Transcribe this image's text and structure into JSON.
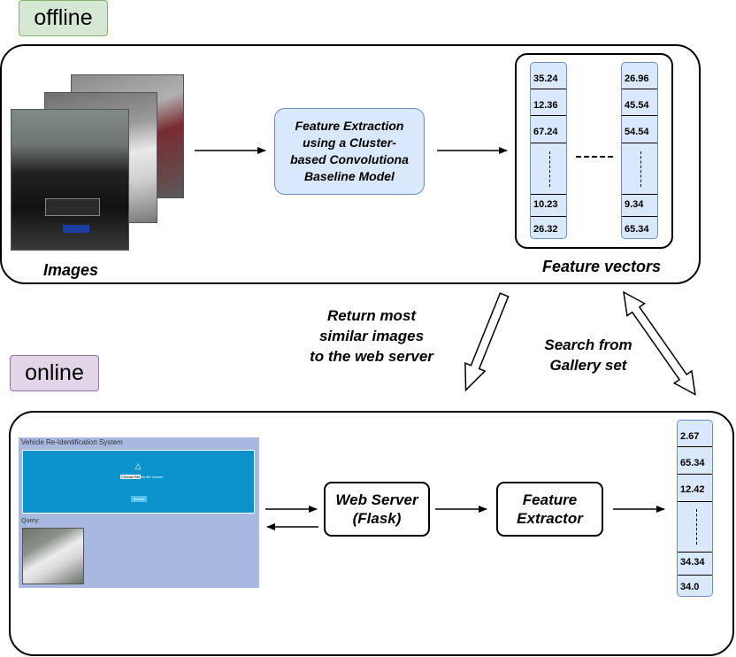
{
  "offline_tag": "offline",
  "online_tag": "online",
  "images_caption": "Images",
  "feature_extraction": [
    "Feature Extraction",
    "using a Cluster-",
    "based Convolutiona",
    "Baseline Model"
  ],
  "feature_vectors_caption": "Feature vectors",
  "vector_1": {
    "top": [
      "35.24",
      "12.36",
      "67.24"
    ],
    "bottom": [
      "10.23",
      "26.32"
    ]
  },
  "vector_2": {
    "top": [
      "26.96",
      "45.54",
      "54.54"
    ],
    "bottom": [
      "9.34",
      "65.34"
    ]
  },
  "return_caption": [
    "Return most",
    "similar images",
    "to the web server"
  ],
  "search_caption": [
    "Search from",
    "Gallery set"
  ],
  "web_ui": {
    "title": "Vehicle Re-Identification System",
    "file_button": "Choose File",
    "file_status": "No file chosen",
    "submit": "Submit",
    "query_label": "Query:"
  },
  "web_server": [
    "Web Server",
    "(Flask)"
  ],
  "feature_extractor": [
    "Feature",
    "Extractor"
  ],
  "vector_3": {
    "top": [
      "2.67",
      "65.34",
      "12.42"
    ],
    "bottom": [
      "34.34",
      "34.0"
    ]
  },
  "colors": {
    "offline_fill": "#d5e8d4",
    "offline_border": "#82b366",
    "online_fill": "#e1d5e7",
    "online_border": "#9673a6",
    "node_fill": "#dae8fc",
    "node_border": "#6c8ebf"
  }
}
